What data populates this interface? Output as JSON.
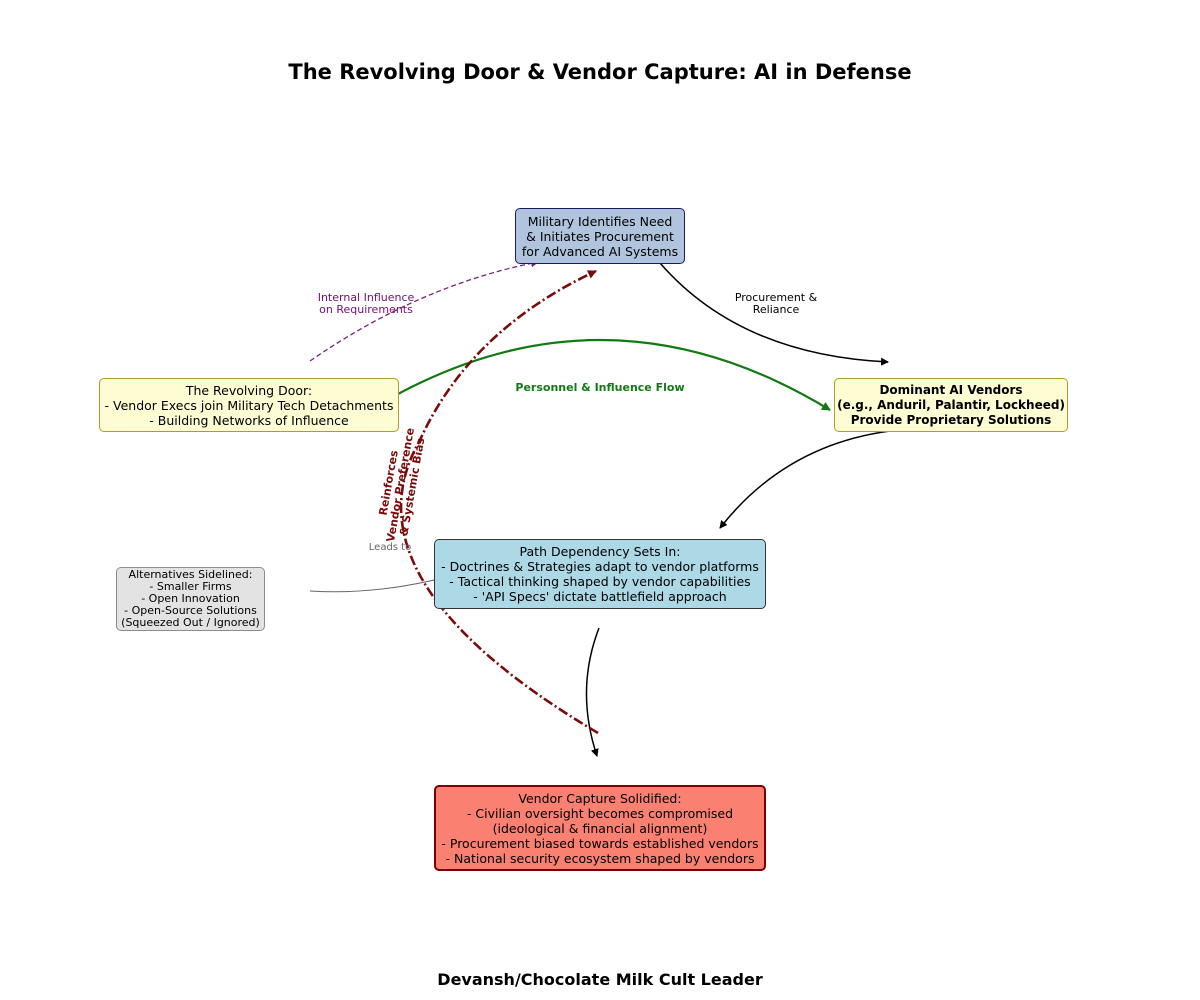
{
  "title": "The Revolving Door & Vendor Capture: AI in Defense",
  "footer": "Devansh/Chocolate Milk Cult Leader",
  "nodes": {
    "military": [
      "Military Identifies Need",
      "& Initiates Procurement",
      "for Advanced AI Systems"
    ],
    "revolving": [
      "The Revolving Door:",
      "- Vendor Execs join Military Tech Detachments",
      "- Building Networks of Influence"
    ],
    "vendors": [
      "Dominant AI Vendors",
      "(e.g., Anduril, Palantir, Lockheed)",
      "Provide Proprietary Solutions"
    ],
    "path": [
      "Path Dependency Sets In:",
      "- Doctrines & Strategies adapt to vendor platforms",
      "- Tactical thinking shaped by vendor capabilities",
      "- 'API Specs' dictate battlefield approach"
    ],
    "capture": [
      "Vendor Capture Solidified:",
      "- Civilian oversight becomes compromised",
      "(ideological & financial alignment)",
      "- Procurement biased towards established vendors",
      "- National security ecosystem shaped by vendors"
    ],
    "alternatives": [
      "Alternatives Sidelined:",
      "- Smaller Firms",
      "- Open Innovation",
      "- Open-Source Solutions",
      "(Squeezed Out / Ignored)"
    ]
  },
  "edge_labels": {
    "internal": [
      "Internal Influence",
      "on Requirements"
    ],
    "procurement": [
      "Procurement &",
      "Reliance"
    ],
    "personnel": "Personnel & Influence Flow",
    "leads_to": "Leads to",
    "reinforces": [
      "Reinforces",
      "Vendor Preference",
      "& Systemic Bias"
    ]
  },
  "colors": {
    "influence": "#7b1f7b",
    "personnel": "#137a13",
    "reinforce": "#7a0c0c",
    "neutral": "#000000",
    "sidelined": "#666666"
  }
}
